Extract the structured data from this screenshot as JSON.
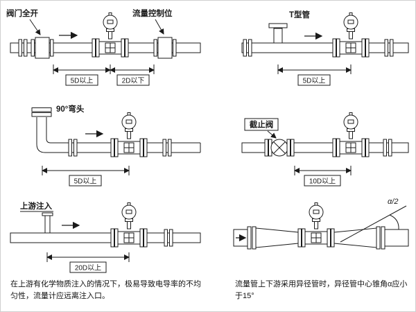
{
  "panel1": {
    "label_valve_open": "阀门全开",
    "label_flow_control": "流量控制位",
    "dim_upstream": "5D以上",
    "dim_downstream": "2D以下"
  },
  "panel2": {
    "label": "T型管",
    "dim": "5D以上"
  },
  "panel3": {
    "label": "90°弯头",
    "dim": "5D以上"
  },
  "panel4": {
    "label": "截止阀",
    "dim": "10D以上"
  },
  "panel5": {
    "label": "上游注入",
    "dim": "20D以上"
  },
  "panel6": {
    "label_angle": "α/2"
  },
  "captions": {
    "left": "在上游有化学物质注入的情况下，极易导致电导率的不均匀性，流量计应远离注入口。",
    "right": "流量管上下游采用异径管时，异径管中心锥角α应小于15°"
  }
}
